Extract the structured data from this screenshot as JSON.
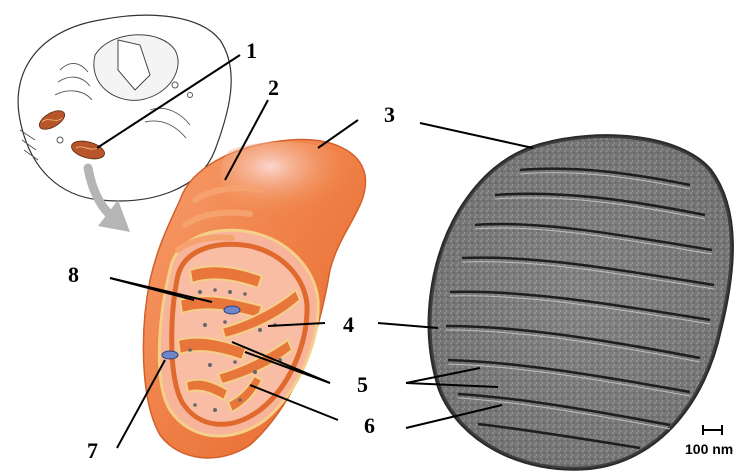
{
  "labels": {
    "l1": "1",
    "l2": "2",
    "l3": "3",
    "l4": "4",
    "l5": "5",
    "l6": "6",
    "l7": "7",
    "l8": "8"
  },
  "scale_bar": {
    "label": "100 nm"
  },
  "colors": {
    "outer_membrane": "#f08a4b",
    "inner_membrane": "#e06a2e",
    "matrix": "#f7b49a",
    "cristae_edge": "#f5d08a",
    "em_gray": "#6b6b6b",
    "arrow": "#b5b5b5",
    "ribosome_blue": "#6f87c9"
  }
}
